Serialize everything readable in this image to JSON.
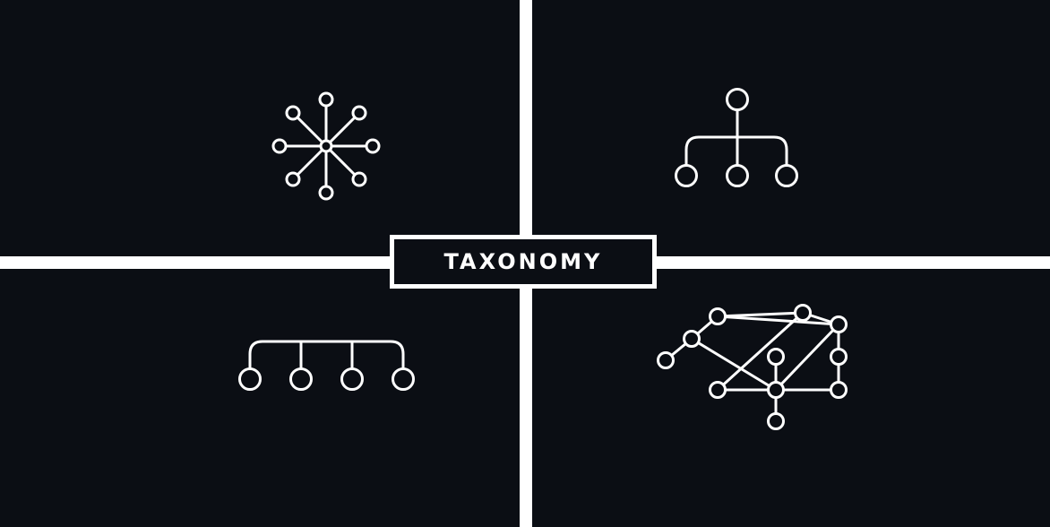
{
  "title": "TAXONOMY",
  "colors": {
    "background": "#0b0e14",
    "divider": "#ffffff",
    "stroke": "#ffffff"
  },
  "panels": [
    {
      "id": "top-left",
      "icon": "star-network-icon"
    },
    {
      "id": "top-right",
      "icon": "tree-hierarchy-icon"
    },
    {
      "id": "bottom-left",
      "icon": "flat-hierarchy-icon"
    },
    {
      "id": "bottom-right",
      "icon": "mesh-network-icon"
    }
  ]
}
